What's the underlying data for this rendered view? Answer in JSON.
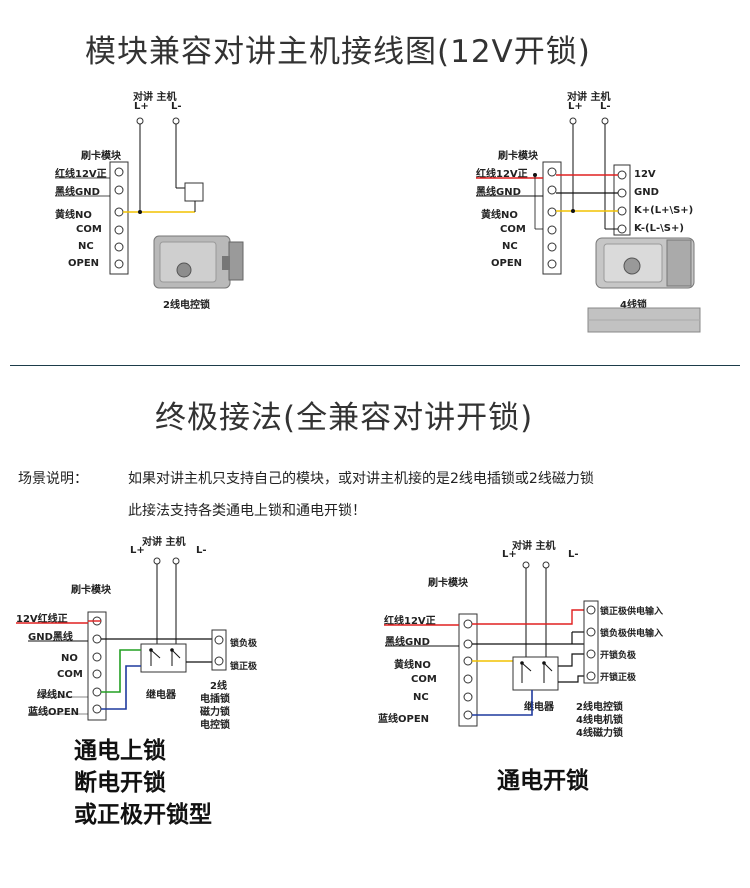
{
  "section1": {
    "title": "模块兼容对讲主机接线图(12V开锁)"
  },
  "section2": {
    "title": "终极接法(全兼容对讲开锁)"
  },
  "scene": {
    "label": "场景说明：",
    "line1": "如果对讲主机只支持自己的模块，或对讲主机接的是2线电插锁或2线磁力锁",
    "line2": "此接法支持各类通电上锁和通电开锁！"
  },
  "d1": {
    "intercom": "对讲 主机",
    "lplus": "L+",
    "lminus": "L-",
    "module": "刷卡模块",
    "pins": [
      "红线12V正",
      "黑线GND",
      "黄线NO",
      "COM",
      "NC",
      "OPEN"
    ],
    "lock_caption": "2线电控锁"
  },
  "d2": {
    "intercom": "对讲 主机",
    "lplus": "L+",
    "lminus": "L-",
    "module": "刷卡模块",
    "pins": [
      "红线12V正",
      "黑线GND",
      "黄线NO",
      "COM",
      "NC",
      "OPEN"
    ],
    "right_pins": [
      "12V",
      "GND",
      "K+(L+\\S+)",
      "K-(L-\\S+)"
    ],
    "lock_caption": "4线锁"
  },
  "d3": {
    "intercom": "对讲 主机",
    "lplus": "L+",
    "lminus": "L-",
    "module": "刷卡模块",
    "pins": [
      "12V红线正",
      "GND黑线",
      "NO",
      "COM",
      "绿线NC",
      "蓝线OPEN"
    ],
    "relay": "继电器",
    "lock_terms": [
      "锁负极",
      "锁正极"
    ],
    "lock_types": [
      "2线",
      "电插锁",
      "磁力锁",
      "电控锁"
    ],
    "caption": [
      "通电上锁",
      "断电开锁",
      "或正极开锁型"
    ]
  },
  "d4": {
    "intercom": "对讲 主机",
    "lplus": "L+",
    "lminus": "L-",
    "module": "刷卡模块",
    "pins": [
      "红线12V正",
      "黑线GND",
      "黄线NO",
      "COM",
      "NC",
      "蓝线OPEN"
    ],
    "relay": "继电器",
    "lock_terms": [
      "锁正极供电输入",
      "锁负极供电输入",
      "开锁负极",
      "开锁正极"
    ],
    "lock_types": [
      "2线电控锁",
      "4线电机锁",
      "4线磁力锁"
    ],
    "caption": "通电开锁"
  },
  "colors": {
    "red": "#e02020",
    "yellow": "#f2c200",
    "green": "#22a022",
    "blue": "#1f3a9e",
    "wire": "#111111",
    "divider": "#1d3c4a"
  }
}
